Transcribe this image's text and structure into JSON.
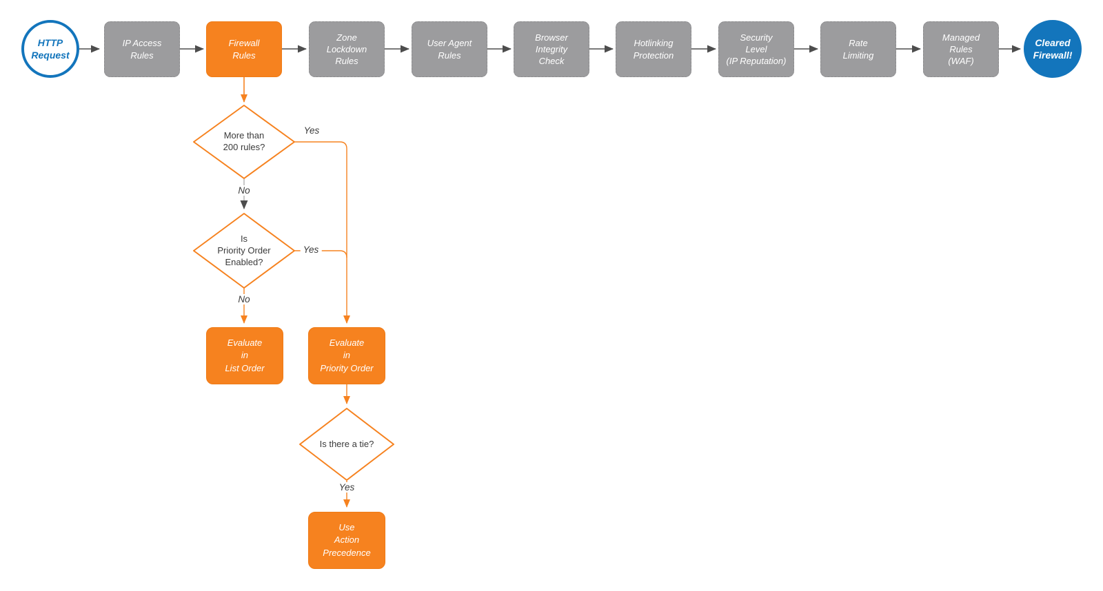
{
  "colors": {
    "accent_orange": "#f6821f",
    "node_gray": "#9c9c9e",
    "brand_blue": "#1375bc",
    "connector_dark": "#4d4d4d",
    "background": "#ffffff"
  },
  "pipeline": {
    "start": {
      "label": "HTTP\nRequest"
    },
    "stages": [
      {
        "label": "IP Access\nRules",
        "style": "gray"
      },
      {
        "label": "Firewall\nRules",
        "style": "orange"
      },
      {
        "label": "Zone\nLockdown\nRules",
        "style": "gray"
      },
      {
        "label": "User Agent\nRules",
        "style": "gray"
      },
      {
        "label": "Browser\nIntegrity\nCheck",
        "style": "gray"
      },
      {
        "label": "Hotlinking\nProtection",
        "style": "gray"
      },
      {
        "label": "Security\nLevel\n(IP Reputation)",
        "style": "gray"
      },
      {
        "label": "Rate\nLimiting",
        "style": "gray"
      },
      {
        "label": "Managed\nRules\n(WAF)",
        "style": "gray"
      }
    ],
    "end": {
      "label": "Cleared\nFirewall!"
    }
  },
  "decision_flow": {
    "d1": {
      "label": "More than\n200 rules?",
      "yes": "Yes",
      "no": "No"
    },
    "d2": {
      "label": "Is\nPriority Order\nEnabled?",
      "yes": "Yes",
      "no": "No"
    },
    "d3": {
      "label": "Is there a tie?",
      "yes": "Yes"
    },
    "list_order_box": {
      "label": "Evaluate\nin\nList Order"
    },
    "priority_order_box": {
      "label": "Evaluate\nin\nPriority Order"
    },
    "action_box": {
      "label": "Use\nAction\nPrecedence"
    }
  }
}
